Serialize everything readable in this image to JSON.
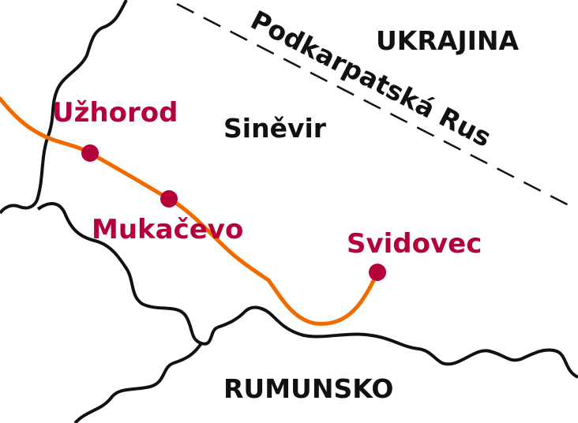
{
  "map": {
    "regions": {
      "ukraine": "UKRAJINA",
      "romania": "RUMUNSKO",
      "sinevir": "Siněvir",
      "subcarpathia": "Podkarpatská Rus"
    },
    "places": [
      {
        "id": "uzhorod",
        "name": "Užhorod"
      },
      {
        "id": "mukacevo",
        "name": "Mukačevo"
      },
      {
        "id": "svidovec",
        "name": "Svidovec"
      }
    ],
    "colors": {
      "route": "#f06a00",
      "city": "#b5003a",
      "border": "#111111"
    }
  }
}
